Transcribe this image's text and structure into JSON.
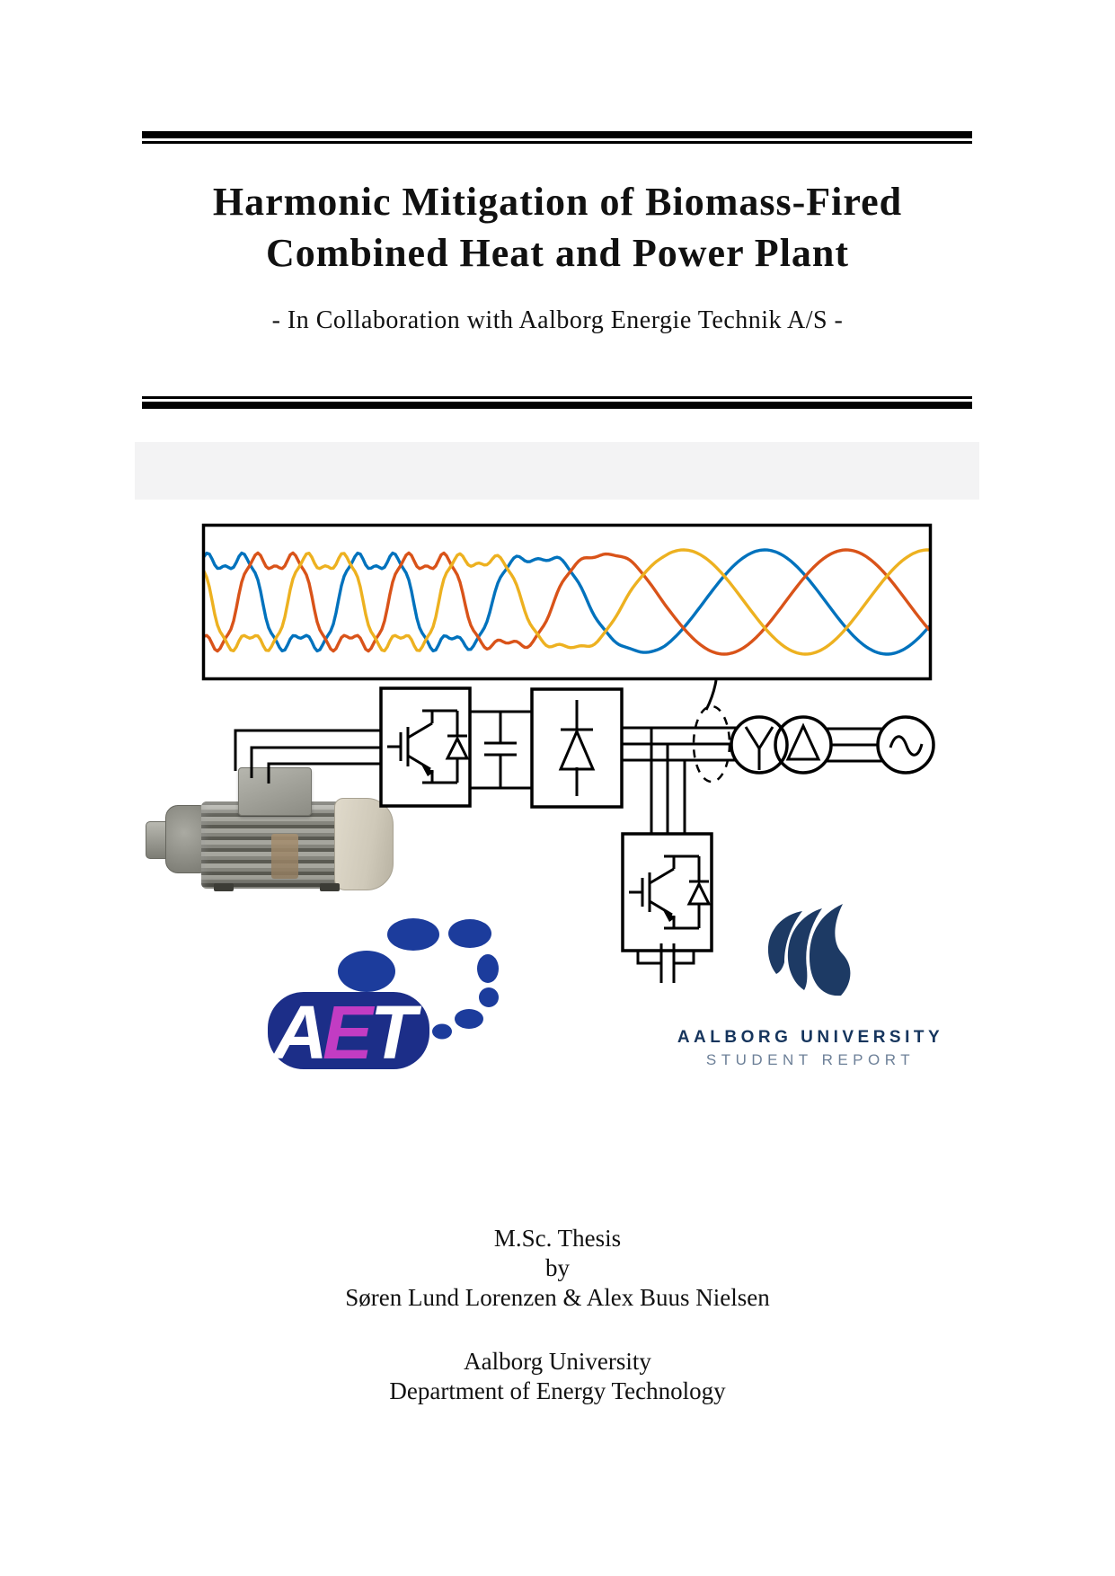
{
  "header": {
    "title_line1": "Harmonic Mitigation of Biomass-Fired",
    "title_line2": "Combined Heat and Power Plant",
    "subtitle": "- In Collaboration with Aalborg Energie Technik A/S -"
  },
  "figure": {
    "waveform": {
      "phases": [
        {
          "name": "phase-a",
          "color": "#0072BD"
        },
        {
          "name": "phase-b",
          "color": "#D95319"
        },
        {
          "name": "phase-c",
          "color": "#EDB120"
        }
      ]
    },
    "aet_logo": {
      "letters": [
        {
          "char": "A",
          "color": "#FFFFFF"
        },
        {
          "char": "E",
          "color": "#C23CC3"
        },
        {
          "char": "T",
          "color": "#FFFFFF"
        }
      ],
      "blob_color": "#1C2E88",
      "dot_color": "#1C3C9C"
    },
    "aau_logo": {
      "name_line": "AALBORG UNIVERSITY",
      "report_line": "STUDENT REPORT",
      "name_color": "#16355D",
      "report_color": "#6D8098",
      "swoosh_color": "#1D3A64"
    }
  },
  "footer": {
    "degree": "M.Sc. Thesis",
    "byline": "by",
    "authors": "Søren Lund Lorenzen & Alex Buus Nielsen",
    "university": "Aalborg University",
    "department": "Department of Energy Technology"
  }
}
